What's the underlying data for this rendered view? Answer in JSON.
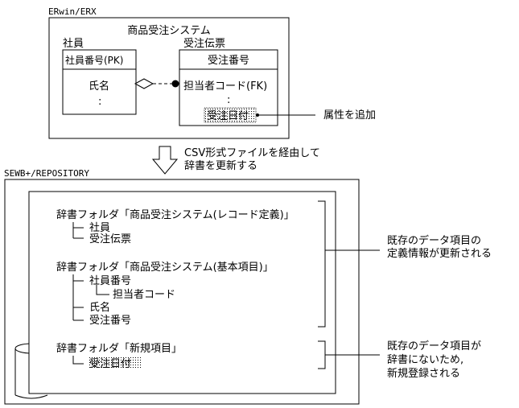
{
  "erx": {
    "label": "ERwin/ERX",
    "system_title": "商品受注システム",
    "entity_employee": {
      "name": "社員",
      "key": "社員番号(PK)",
      "attrs": [
        "氏名",
        ":"
      ]
    },
    "entity_order": {
      "name": "受注伝票",
      "key": "受注番号",
      "attrs": [
        "担当者コード(FK)",
        ":"
      ],
      "added_attr": "受注日付"
    },
    "callout": "属性を追加"
  },
  "transfer": {
    "line1": "CSV形式ファイルを経由して",
    "line2": "辞書を更新する"
  },
  "repo": {
    "label": "SEWB+/REPOSITORY",
    "folder1": {
      "title": "辞書フォルダ「商品受注システム(レコード定義)」",
      "items": [
        "社員",
        "受注伝票"
      ]
    },
    "folder2": {
      "title": "辞書フォルダ「商品受注システム(基本項目)」",
      "items": [
        "社員番号",
        "担当者コード",
        "氏名",
        "受注番号"
      ]
    },
    "folder3": {
      "title": "辞書フォルダ「新規項目」",
      "items": [
        "受注日付"
      ]
    },
    "note1": [
      "既存のデータ項目の",
      "定義情報が更新される"
    ],
    "note2": [
      "既存のデータ項目が",
      "辞書にないため,",
      "新規登録される"
    ]
  }
}
